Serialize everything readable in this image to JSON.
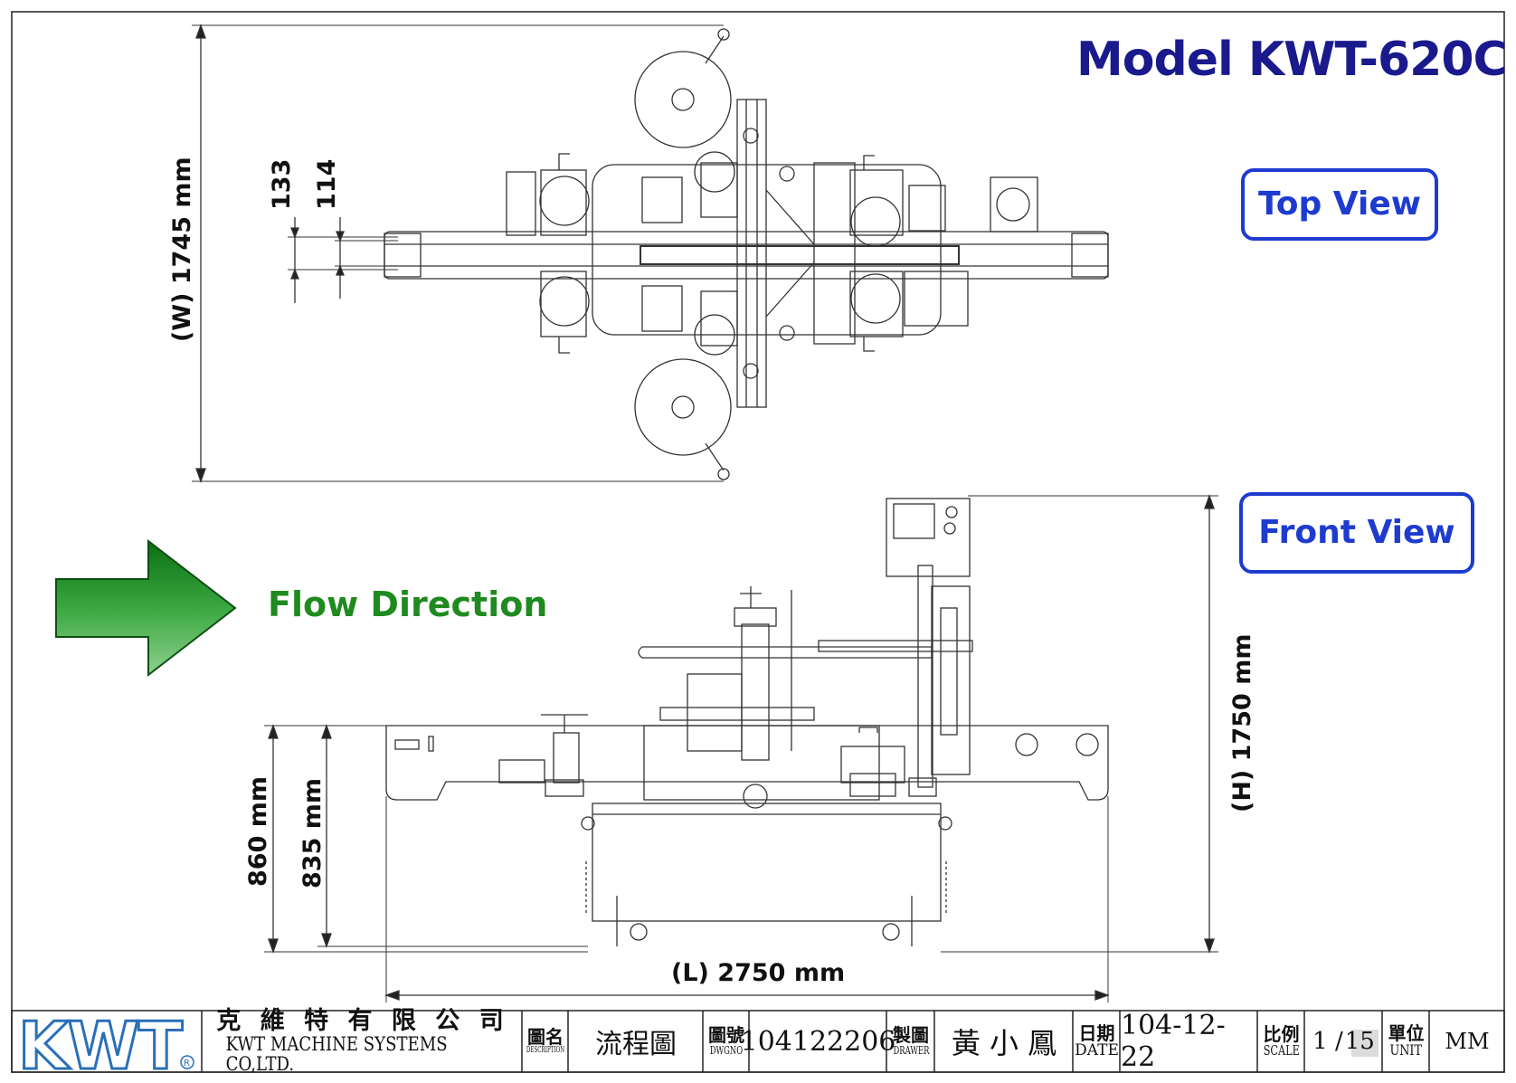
{
  "title": "Model KWT-620C",
  "views": {
    "top": "Top View",
    "front": "Front View"
  },
  "flow_direction": "Flow Direction",
  "dimensions": {
    "width": "(W) 1745 mm",
    "dim_133": "133",
    "dim_114": "114",
    "height": "(H) 1750 mm",
    "length": "(L) 2750 mm",
    "h860": "860 mm",
    "h835": "835 mm"
  },
  "colors": {
    "title": "#1a1a8c",
    "view_box": "#1e3bd0",
    "flow": "#1f8a1f",
    "arrow": "#1a8c1a",
    "logo": "#2a6fb8"
  },
  "title_block": {
    "logo": "KWT",
    "company_cn": "克 維 特 有 限 公 司",
    "company_en": "KWT MACHINE SYSTEMS CO,LTD.",
    "desc_label_cn": "圖名",
    "desc_label_en": "DESCRIPTION",
    "desc_value": "流程圖",
    "dwg_label_cn": "圖號",
    "dwg_label_en": "DWGNO",
    "dwg_value": "104122206",
    "drawer_label_cn": "製圖",
    "drawer_label_en": "DRAWER",
    "drawer_value": "黃 小 鳳",
    "date_label_cn": "日期",
    "date_label_en": "DATE",
    "date_value": "104-12-22",
    "scale_label_cn": "比例",
    "scale_label_en": "SCALE",
    "scale_value_a": "1 /",
    "scale_value_b": "15",
    "unit_label_cn": "單位",
    "unit_label_en": "UNIT",
    "unit_value": "MM"
  }
}
